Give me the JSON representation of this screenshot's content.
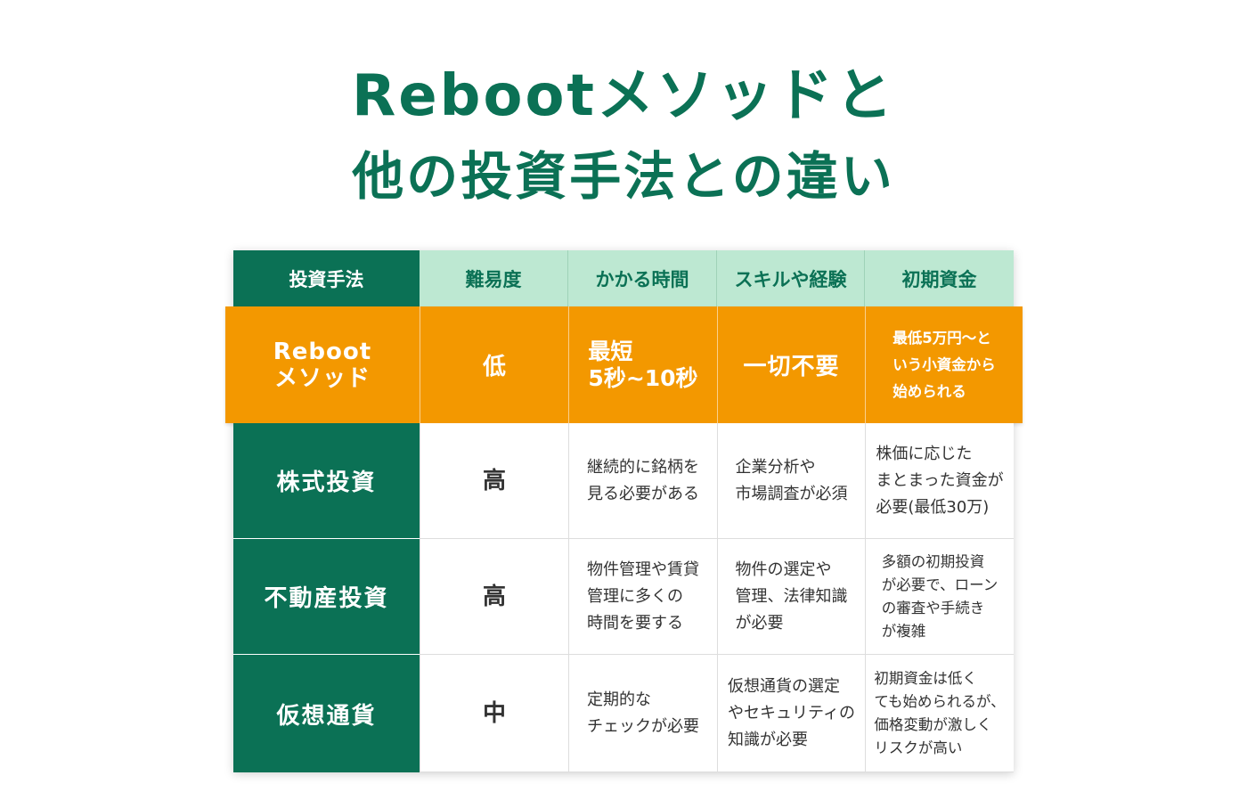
{
  "title": {
    "line1": "Rebootメソッドと",
    "line2": "他の投資手法との違い"
  },
  "table": {
    "headers": [
      "投資手法",
      "難易度",
      "かかる時間",
      "スキルや経験",
      "初期資金"
    ],
    "highlight": {
      "method": [
        "Reboot",
        "メソッド"
      ],
      "difficulty": "低",
      "time": [
        "最短",
        "5秒~10秒"
      ],
      "skill": "一切不要",
      "capital": [
        "最低5万円～と",
        "いう小資金から",
        "始められる"
      ]
    },
    "rows": [
      {
        "method": "株式投資",
        "difficulty": "高",
        "time": [
          "継続的に銘柄を",
          "見る必要がある"
        ],
        "skill": [
          "企業分析や",
          "市場調査が必須"
        ],
        "capital": [
          "株価に応じた",
          "まとまった資金が",
          "必要(最低30万)"
        ]
      },
      {
        "method": "不動産投資",
        "difficulty": "高",
        "time": [
          "物件管理や賃貸",
          "管理に多くの",
          "時間を要する"
        ],
        "skill": [
          "物件の選定や",
          "管理、法律知識",
          "が必要"
        ],
        "capital": [
          "多額の初期投資",
          "が必要で、ローン",
          "の審査や手続き",
          "が複雑"
        ]
      },
      {
        "method": "仮想通貨",
        "difficulty": "中",
        "time": [
          "定期的な",
          "チェックが必要"
        ],
        "skill": [
          "仮想通貨の選定",
          "やセキュリティの",
          "知識が必要"
        ],
        "capital": [
          "初期資金は低く",
          "ても始められるが、",
          "価格変動が激しく",
          "リスクが高い"
        ]
      }
    ]
  },
  "colors": {
    "brand_green": "#0b7155",
    "header_mint": "#bde8d2",
    "highlight_orange": "#f39800"
  }
}
